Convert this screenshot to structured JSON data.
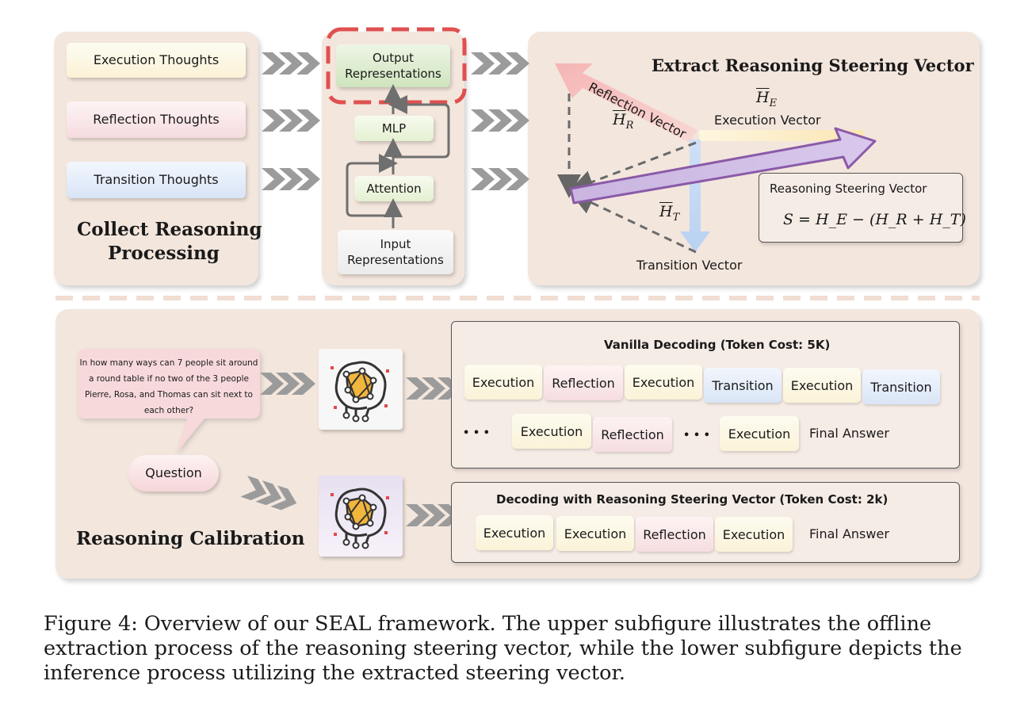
{
  "collect": {
    "inputs": [
      "Execution Thoughts",
      "Reflection Thoughts",
      "Transition Thoughts"
    ],
    "title_line1": "Collect Reasoning",
    "title_line2": "Processing"
  },
  "model": {
    "output_line1": "Output",
    "output_line2": "Representations",
    "mlp": "MLP",
    "attention": "Attention",
    "input_line1": "Input",
    "input_line2": "Representations"
  },
  "extract": {
    "title": "Extract Reasoning Steering Vector",
    "reflection_vector": "Reflection Vector",
    "execution_vector": "Execution Vector",
    "transition_vector": "Transition Vector",
    "h_r": "H",
    "h_r_sub": "R",
    "h_e": "H",
    "h_e_sub": "E",
    "h_t": "H",
    "h_t_sub": "T",
    "steering_label": "Reasoning Steering Vector",
    "formula": "S = H_E − (H_R + H_T)"
  },
  "calibration": {
    "question_text": "In how many ways can 7 people sit around a round table if no two of the 3 people Pierre, Rosa, and Thomas can sit next to each other?",
    "question_label": "Question",
    "title": "Reasoning Calibration",
    "vanilla": {
      "title": "Vanilla Decoding (Token Cost: 5K)",
      "row1": [
        "Execution",
        "Reflection",
        "Execution",
        "Transition",
        "Execution",
        "Transition"
      ],
      "row2": [
        "Execution",
        "Reflection",
        "Execution"
      ],
      "ellipsis": "• • •",
      "final": "Final Answer"
    },
    "steered": {
      "title": "Decoding with Reasoning Steering Vector (Token Cost: 2k)",
      "tokens": [
        "Execution",
        "Execution",
        "Reflection",
        "Execution"
      ],
      "final": "Final Answer"
    }
  },
  "caption": "Figure 4: Overview of our SEAL framework. The upper subfigure illustrates the offline extraction process of the reasoning steering vector, while the lower subfigure depicts the inference process utilizing the extracted steering vector."
}
